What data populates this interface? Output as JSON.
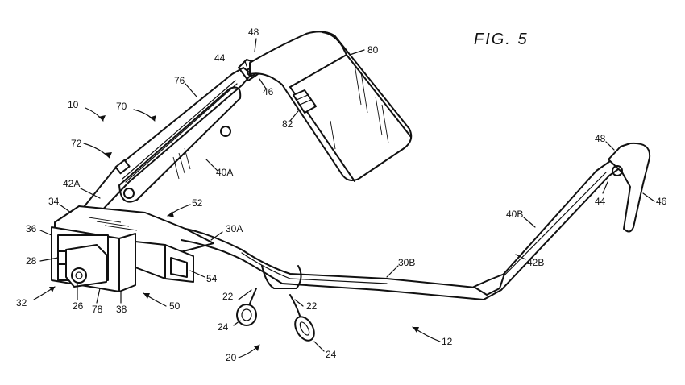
{
  "figure_title": "FIG. 5",
  "labels": {
    "l10": "10",
    "l70": "70",
    "l72": "72",
    "l76": "76",
    "l44a": "44",
    "l48a": "48",
    "l46a": "46",
    "l80": "80",
    "l82": "82",
    "l40a": "40A",
    "l42a": "42A",
    "l34": "34",
    "l52": "52",
    "l36": "36",
    "l30a": "30A",
    "l28": "28",
    "l32": "32",
    "l26": "26",
    "l78": "78",
    "l38": "38",
    "l54": "54",
    "l50": "50",
    "l22a": "22",
    "l24a": "24",
    "l22b": "22",
    "l24b": "24",
    "l20": "20",
    "l30b": "30B",
    "l12": "12",
    "l40b": "40B",
    "l42b": "42B",
    "l48b": "48",
    "l44b": "44",
    "l46b": "46"
  }
}
